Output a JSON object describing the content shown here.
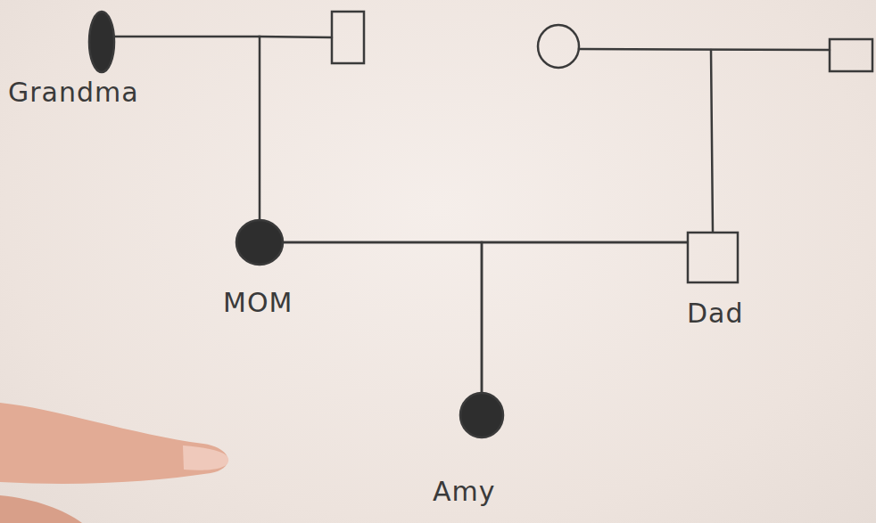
{
  "diagram": {
    "nodes": [
      {
        "text": [
          "Grandma"
        ]
      },
      {
        "text": [
          "MOM"
        ]
      },
      {
        "text": [
          "Dad"
        ]
      },
      {
        "text": [
          "Amy"
        ]
      }
    ],
    "edges": [
      {
        "from": 0,
        "to": 1,
        "arrow": "none"
      },
      {
        "from": 1,
        "to": 2,
        "arrow": "none"
      },
      {
        "from": 1,
        "to": 3,
        "arrow": "none"
      },
      {
        "from": 2,
        "to": 3,
        "arrow": "none"
      }
    ]
  }
}
